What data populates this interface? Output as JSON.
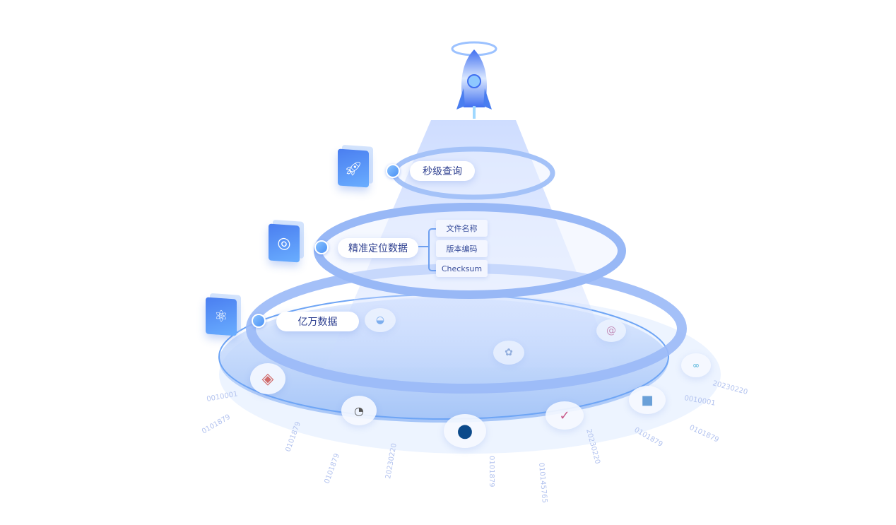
{
  "tiers": [
    {
      "label": "秒级查询",
      "icon": "rocket-icon"
    },
    {
      "label": "精准定位数据",
      "icon": "target-icon",
      "fields": [
        "文件名称",
        "版本编码",
        "Checksum"
      ]
    },
    {
      "label": "亿万数据",
      "icon": "atom-icon"
    }
  ],
  "binary_strings": [
    "0101879",
    "20230220",
    "010145765",
    "20230220",
    "0101879",
    "0101879",
    "0101879",
    "0010001",
    "0010001",
    "20230220",
    "0101879",
    "0101879"
  ],
  "colors": {
    "accent": "#4a84f5",
    "ring": "#8fb4f7",
    "text": "#2c3e8f"
  }
}
